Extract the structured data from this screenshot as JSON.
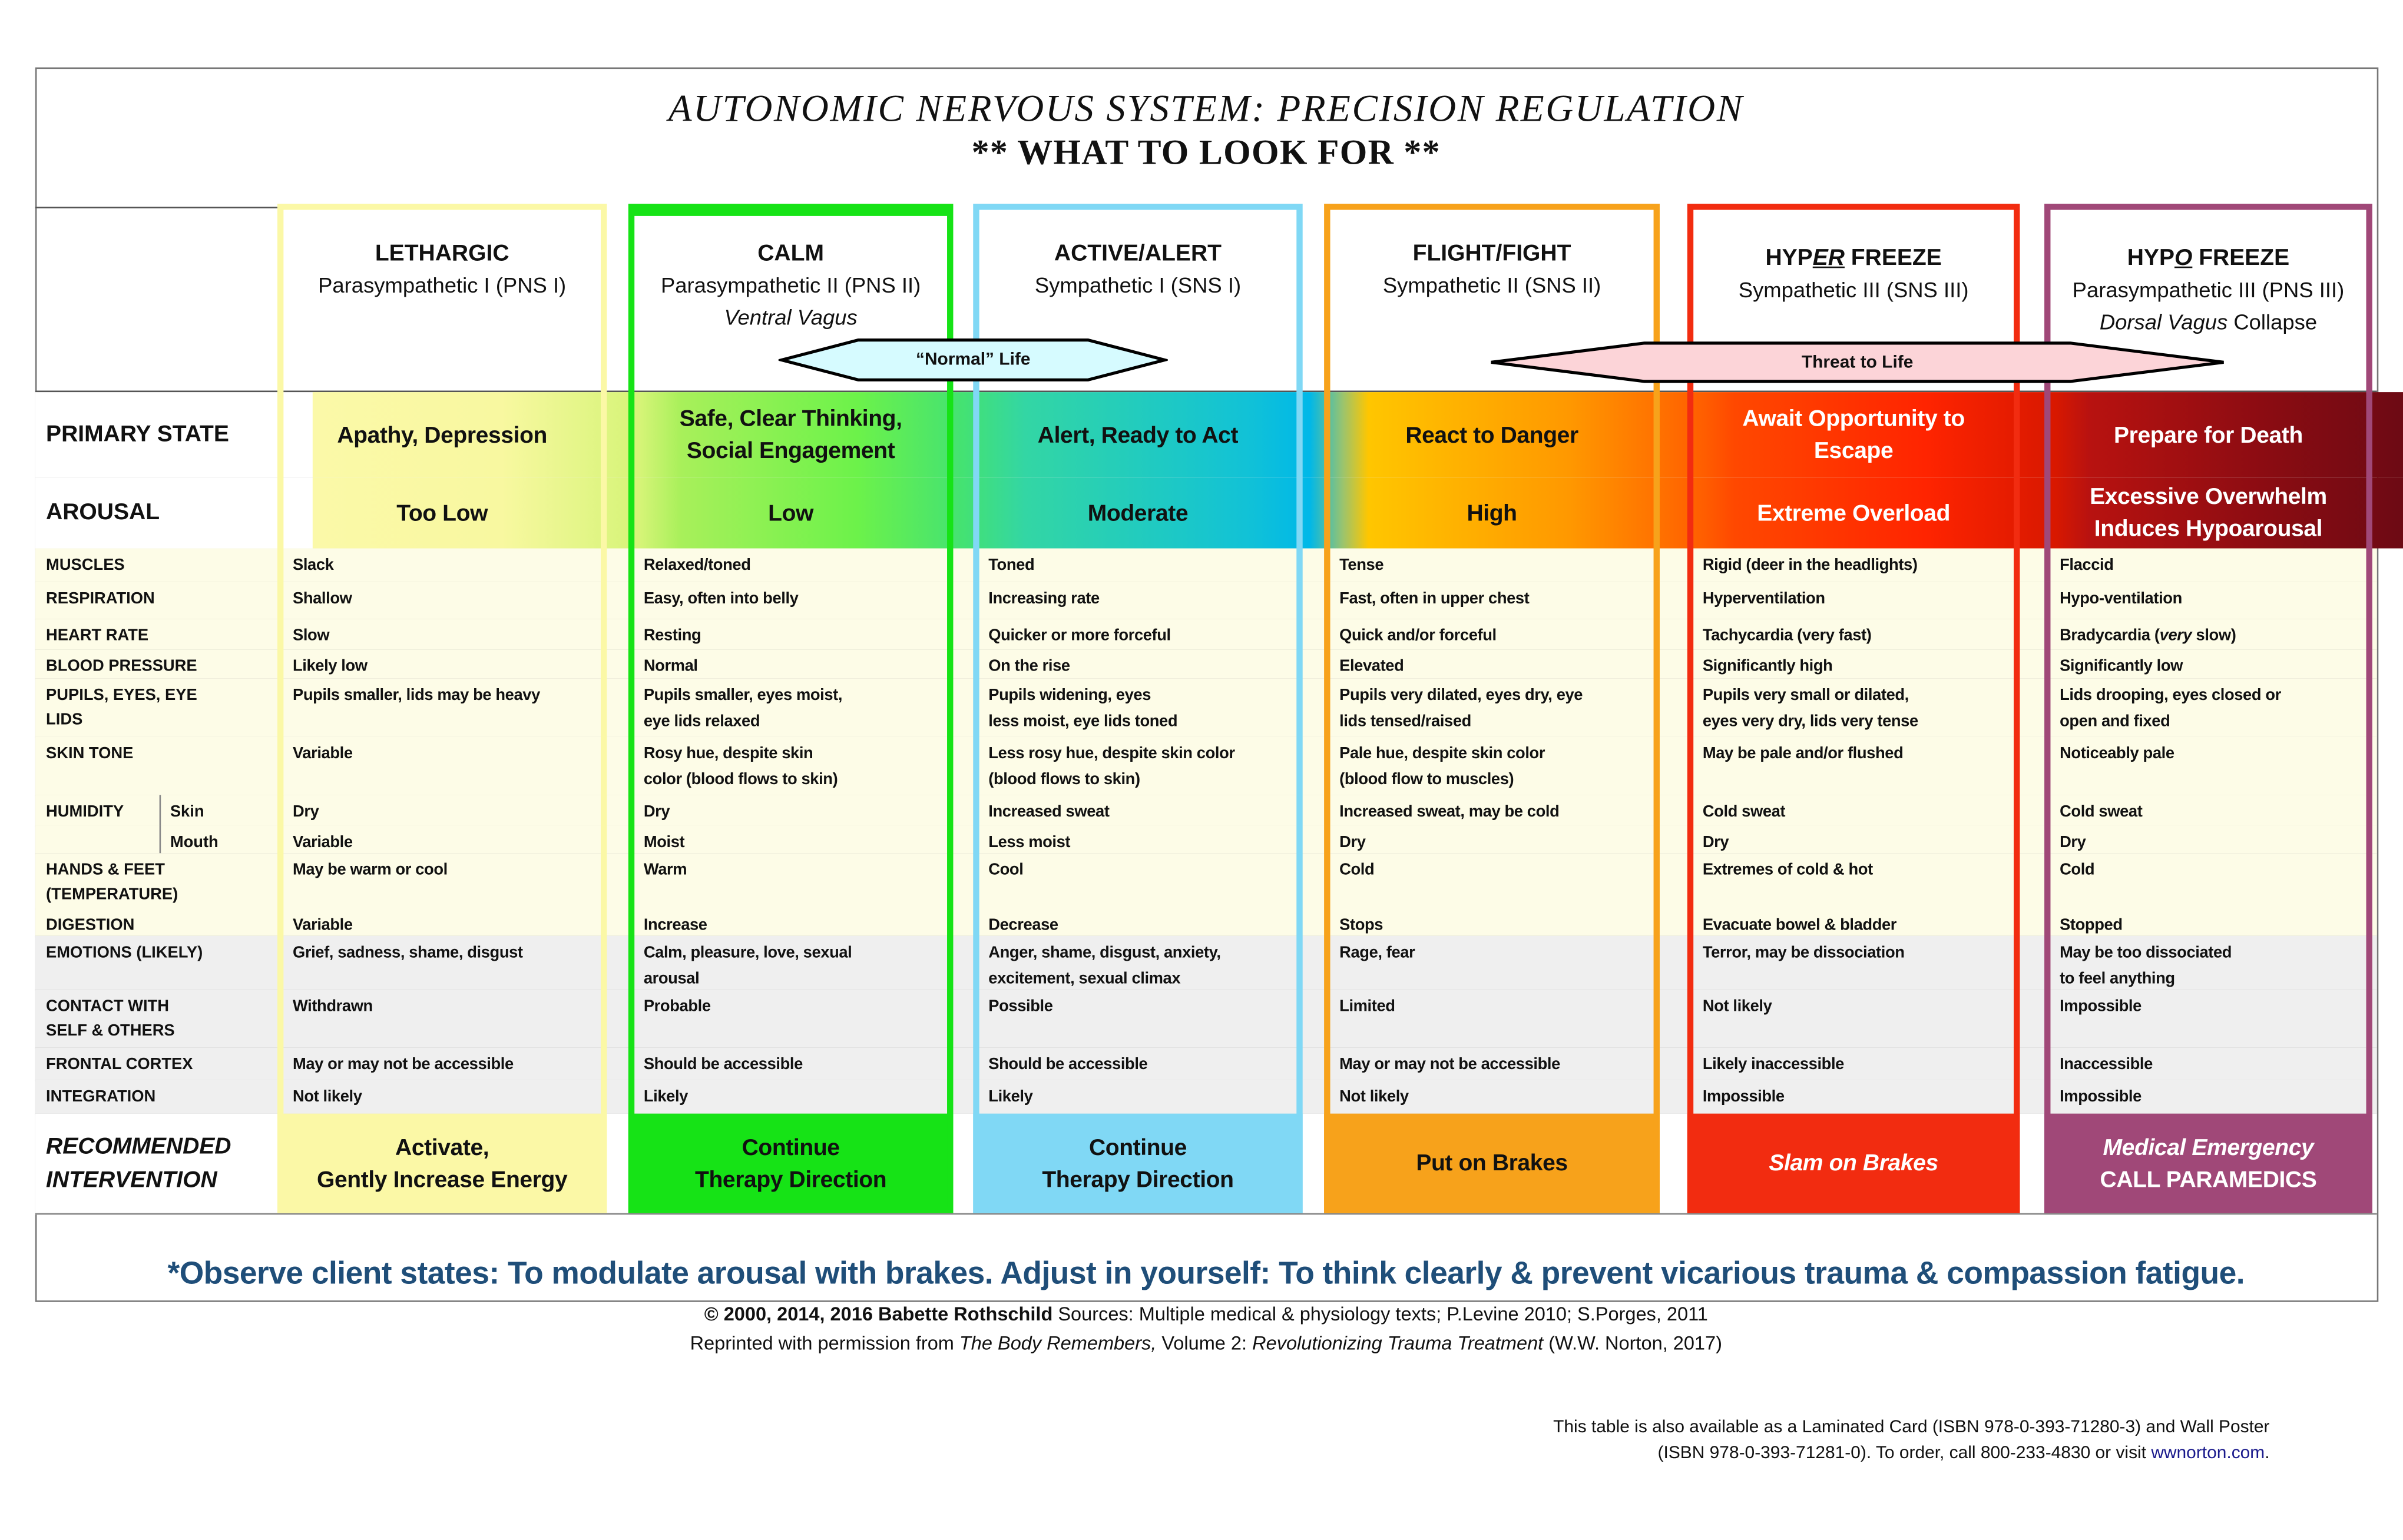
{
  "title": "AUTONOMIC NERVOUS SYSTEM: PRECISION REGULATION",
  "subtitle": "** WHAT TO LOOK FOR **",
  "colors": {
    "lethargic": "#fbf8a6",
    "calm": "#16e316",
    "active": "#80d8f5",
    "flight": "#f7a21b",
    "hyper": "#f22c10",
    "hypo": "#a04878",
    "footer_text": "#1f4e79"
  },
  "columns": [
    {
      "name": [
        {
          "t": "LETHARGIC"
        }
      ],
      "system": "Parasympathetic I (PNS I)",
      "extra": []
    },
    {
      "name": [
        {
          "t": "CALM"
        }
      ],
      "system": "Parasympathetic II (PNS II)",
      "extra": [
        {
          "t": "Ventral Vagus",
          "i": true
        }
      ]
    },
    {
      "name": [
        {
          "t": "ACTIVE/ALERT"
        }
      ],
      "system": "Sympathetic I (SNS I)",
      "extra": []
    },
    {
      "name": [
        {
          "t": "FLIGHT/FIGHT"
        }
      ],
      "system": "Sympathetic II (SNS II)",
      "extra": []
    },
    {
      "name": [
        {
          "t": "HYP"
        },
        {
          "t": "ER",
          "i": true,
          "u": true
        },
        {
          "t": " FREEZE"
        }
      ],
      "system": "Sympathetic III (SNS III)",
      "extra": []
    },
    {
      "name": [
        {
          "t": "HYP"
        },
        {
          "t": "O",
          "i": true,
          "u": true
        },
        {
          "t": " FREEZE"
        }
      ],
      "system": "Parasympathetic III (PNS III)",
      "extra": [
        {
          "t": "Dorsal Vagus",
          "i": true
        },
        {
          "t": " Collapse"
        }
      ]
    }
  ],
  "arrows": {
    "normal": "“Normal” Life",
    "threat": "Threat to Life"
  },
  "rows": [
    {
      "label": "PRIMARY STATE",
      "kind": "band",
      "cells": [
        "Apathy, Depression",
        "Safe, Clear Thinking,\nSocial Engagement",
        "Alert, Ready to Act",
        "React to Danger",
        "Await Opportunity to\nEscape",
        "Prepare for Death"
      ]
    },
    {
      "label": "AROUSAL",
      "kind": "band",
      "cells": [
        "Too Low",
        "Low",
        "Moderate",
        "High",
        "Extreme Overload",
        "Excessive Overwhelm\nInduces Hypoarousal"
      ]
    },
    {
      "label": "MUSCLES",
      "kind": "cream",
      "cells": [
        "Slack",
        "Relaxed/toned",
        "Toned",
        "Tense",
        "Rigid (deer in the headlights)",
        "Flaccid"
      ]
    },
    {
      "label": "RESPIRATION",
      "kind": "cream",
      "cells": [
        "Shallow",
        "Easy, often into belly",
        "Increasing rate",
        "Fast, often in upper chest",
        "Hyperventilation",
        "Hypo-ventilation"
      ]
    },
    {
      "label": "HEART RATE",
      "kind": "cream",
      "cells": [
        "Slow",
        "Resting",
        "Quicker or more forceful",
        "Quick and/or forceful",
        "Tachycardia (very fast)",
        [
          {
            "t": "Bradycardia ("
          },
          {
            "t": "very",
            "i": true
          },
          {
            "t": " slow)"
          }
        ]
      ]
    },
    {
      "label": "BLOOD PRESSURE",
      "kind": "cream",
      "cells": [
        "Likely low",
        "Normal",
        "On the rise",
        "Elevated",
        "Significantly high",
        "Significantly low"
      ]
    },
    {
      "label": "PUPILS, EYES, EYE\nLIDS",
      "kind": "cream",
      "cells": [
        "Pupils smaller, lids may be heavy",
        "Pupils smaller, eyes moist,\neye lids relaxed",
        "Pupils widening, eyes\nless moist, eye lids toned",
        "Pupils very dilated, eyes dry, eye\nlids tensed/raised",
        "Pupils very small or dilated,\neyes very dry, lids very tense",
        "Lids drooping, eyes closed or\nopen and fixed"
      ]
    },
    {
      "label": "SKIN TONE",
      "kind": "cream",
      "cells": [
        "Variable",
        "Rosy hue, despite skin\ncolor (blood flows to skin)",
        "Less rosy hue, despite skin color\n(blood flows to skin)",
        "Pale hue, despite skin color\n(blood flow to muscles)",
        "May be pale and/or flushed",
        "Noticeably pale"
      ]
    },
    {
      "label": "HUMIDITY",
      "sublabel": "Skin",
      "kind": "cream",
      "cells": [
        "Dry",
        "Dry",
        "Increased sweat",
        "Increased sweat, may be cold",
        "Cold sweat",
        "Cold sweat"
      ]
    },
    {
      "label": "",
      "sublabel": "Mouth",
      "kind": "cream",
      "cells": [
        "Variable",
        "Moist",
        "Less moist",
        "Dry",
        "Dry",
        "Dry"
      ]
    },
    {
      "label": "HANDS & FEET\n(TEMPERATURE)",
      "kind": "cream",
      "cells": [
        "May be warm or cool",
        "Warm",
        "Cool",
        "Cold",
        "Extremes of cold & hot",
        "Cold"
      ]
    },
    {
      "label": "DIGESTION",
      "kind": "cream",
      "cells": [
        "Variable",
        "Increase",
        "Decrease",
        "Stops",
        "Evacuate bowel & bladder",
        "Stopped"
      ]
    },
    {
      "label": "EMOTIONS  (LIKELY)",
      "kind": "gray",
      "cells": [
        "Grief,  sadness, shame, disgust",
        "Calm, pleasure, love, sexual\narousal",
        "Anger, shame, disgust, anxiety,\nexcitement, sexual climax",
        "Rage, fear",
        "Terror, may be dissociation",
        "May be too dissociated\nto feel anything"
      ]
    },
    {
      "label": "CONTACT WITH\nSELF & OTHERS",
      "kind": "gray",
      "cells": [
        "Withdrawn",
        "Probable",
        "Possible",
        "Limited",
        "Not likely",
        "Impossible"
      ]
    },
    {
      "label": "FRONTAL CORTEX",
      "kind": "gray",
      "cells": [
        "May or may not be accessible",
        "Should be accessible",
        "Should be accessible",
        "May or may not be accessible",
        "Likely inaccessible",
        "Inaccessible"
      ]
    },
    {
      "label": "INTEGRATION",
      "kind": "gray",
      "cells": [
        "Not likely",
        "Likely",
        "Likely",
        "Not likely",
        "Impossible",
        "Impossible"
      ]
    },
    {
      "label": "RECOMMENDED\nINTERVENTION",
      "kind": "intervention",
      "cells": [
        "Activate,\nGently Increase Energy",
        "Continue\nTherapy Direction",
        "Continue\nTherapy Direction",
        "Put on Brakes",
        [
          {
            "t": "Slam on Brakes",
            "i": true
          }
        ],
        [
          {
            "t": "Medical Emergency",
            "i": true
          },
          {
            "t": "\nCALL PARAMEDICS"
          }
        ]
      ]
    }
  ],
  "footer": {
    "note": "*Observe client states: To modulate arousal with brakes. Adjust in yourself: To think clearly & prevent vicarious trauma & compassion fatigue.",
    "copyright": [
      {
        "t": "© 2000, 2014, 2016 Babette Rothschild",
        "b": true
      },
      {
        "t": "  Sources: Multiple medical & physiology texts; P.Levine 2010; S.Porges, 2011"
      }
    ],
    "reprint": [
      {
        "t": "Reprinted with permission from "
      },
      {
        "t": "The Body Remembers,",
        "i": true
      },
      {
        "t": " Volume 2: "
      },
      {
        "t": "Revolutionizing Trauma Treatment",
        "i": true
      },
      {
        "t": " (W.W. Norton, 2017)"
      }
    ],
    "availability_1": "This table is also available as a Laminated Card (ISBN 978-0-393-71280-3) and Wall Poster",
    "availability_2": "(ISBN 978-0-393-71281-0). To order, call 800-233-4830 or visit ",
    "link": "wwnorton.com",
    "link_end": "."
  }
}
